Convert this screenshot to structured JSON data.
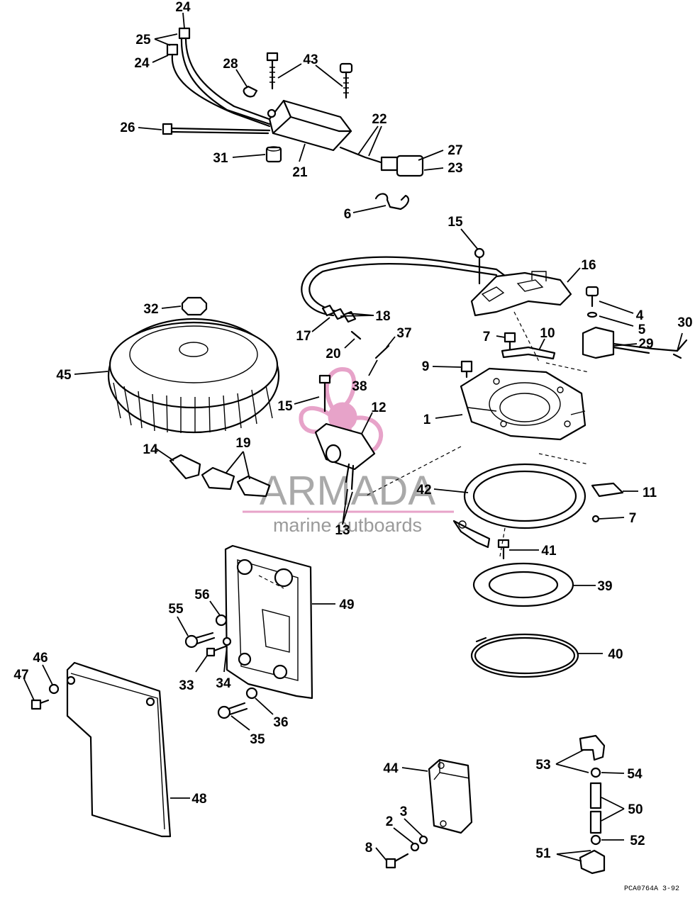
{
  "callouts": [
    {
      "id": "c24a",
      "text": "24"
    },
    {
      "id": "c25",
      "text": "25"
    },
    {
      "id": "c24b",
      "text": "24"
    },
    {
      "id": "c28",
      "text": "28"
    },
    {
      "id": "c43",
      "text": "43"
    },
    {
      "id": "c26",
      "text": "26"
    },
    {
      "id": "c22",
      "text": "22"
    },
    {
      "id": "c27",
      "text": "27"
    },
    {
      "id": "c23",
      "text": "23"
    },
    {
      "id": "c31",
      "text": "31"
    },
    {
      "id": "c21",
      "text": "21"
    },
    {
      "id": "c6",
      "text": "6"
    },
    {
      "id": "c15a",
      "text": "15"
    },
    {
      "id": "c16",
      "text": "16"
    },
    {
      "id": "c32",
      "text": "32"
    },
    {
      "id": "c18",
      "text": "18"
    },
    {
      "id": "c17",
      "text": "17"
    },
    {
      "id": "c4",
      "text": "4"
    },
    {
      "id": "c5",
      "text": "5"
    },
    {
      "id": "c30",
      "text": "30"
    },
    {
      "id": "c7a",
      "text": "7"
    },
    {
      "id": "c10",
      "text": "10"
    },
    {
      "id": "c37",
      "text": "37"
    },
    {
      "id": "c20",
      "text": "20"
    },
    {
      "id": "c29",
      "text": "29"
    },
    {
      "id": "c9",
      "text": "9"
    },
    {
      "id": "c45",
      "text": "45"
    },
    {
      "id": "c38",
      "text": "38"
    },
    {
      "id": "c15b",
      "text": "15"
    },
    {
      "id": "c12",
      "text": "12"
    },
    {
      "id": "c1",
      "text": "1"
    },
    {
      "id": "c19",
      "text": "19"
    },
    {
      "id": "c14",
      "text": "14"
    },
    {
      "id": "c42",
      "text": "42"
    },
    {
      "id": "c11",
      "text": "11"
    },
    {
      "id": "c13",
      "text": "13"
    },
    {
      "id": "c7b",
      "text": "7"
    },
    {
      "id": "c41",
      "text": "41"
    },
    {
      "id": "c39",
      "text": "39"
    },
    {
      "id": "c56",
      "text": "56"
    },
    {
      "id": "c49",
      "text": "49"
    },
    {
      "id": "c55",
      "text": "55"
    },
    {
      "id": "c46",
      "text": "46"
    },
    {
      "id": "c47",
      "text": "47"
    },
    {
      "id": "c33",
      "text": "33"
    },
    {
      "id": "c34",
      "text": "34"
    },
    {
      "id": "c40",
      "text": "40"
    },
    {
      "id": "c36",
      "text": "36"
    },
    {
      "id": "c35",
      "text": "35"
    },
    {
      "id": "c48",
      "text": "48"
    },
    {
      "id": "c44",
      "text": "44"
    },
    {
      "id": "c53",
      "text": "53"
    },
    {
      "id": "c54",
      "text": "54"
    },
    {
      "id": "c50",
      "text": "50"
    },
    {
      "id": "c3",
      "text": "3"
    },
    {
      "id": "c2",
      "text": "2"
    },
    {
      "id": "c52",
      "text": "52"
    },
    {
      "id": "c8",
      "text": "8"
    },
    {
      "id": "c51",
      "text": "51"
    }
  ],
  "watermark": {
    "brand": "ARMADA",
    "tagline": "marine outboards",
    "logo_color": "#e7a3c9",
    "text_color": "#a9a9a9"
  },
  "drawing_code": "PCA0764A  3-92"
}
